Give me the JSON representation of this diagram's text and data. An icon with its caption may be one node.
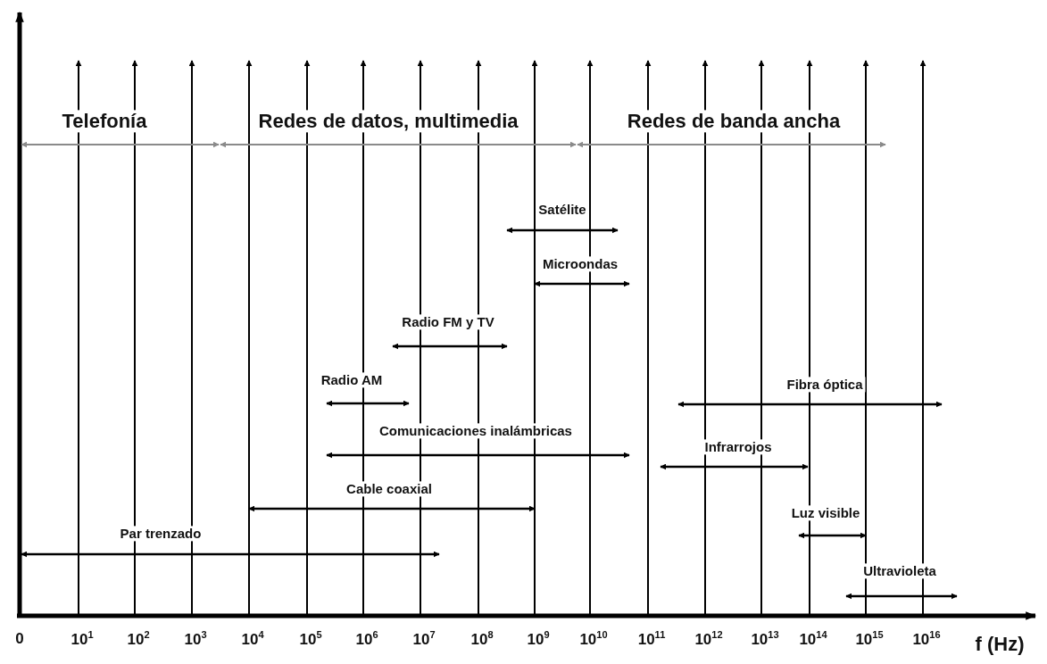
{
  "diagram": {
    "labels": [
      "Telefonía",
      "Redes de datos, multimedia",
      "Redes de banda ancha",
      "Satélite",
      "Microondas",
      "Radio FM y TV",
      "Radio AM",
      "Fibra óptica",
      "Comunicaciones inalámbricas",
      "Infrarrojos",
      "Cable coaxial",
      "Luz visible",
      "Par trenzado",
      "Ultravioleta",
      "0",
      "10$^{1}$",
      "10$^{2}$",
      "10$^{3}$",
      "10$^{4}$",
      "10$^{5}$",
      "10$^{6}$",
      "10$^{7}$",
      "10$^{8}$",
      "10$^{9}$",
      "10$^{10}$",
      "10$^{11}$",
      "10$^{12}$",
      "10$^{13}$",
      "10$^{14}$",
      "10$^{15}$",
      "10$^{16}$",
      "f (Hz)"
    ]
  }
}
